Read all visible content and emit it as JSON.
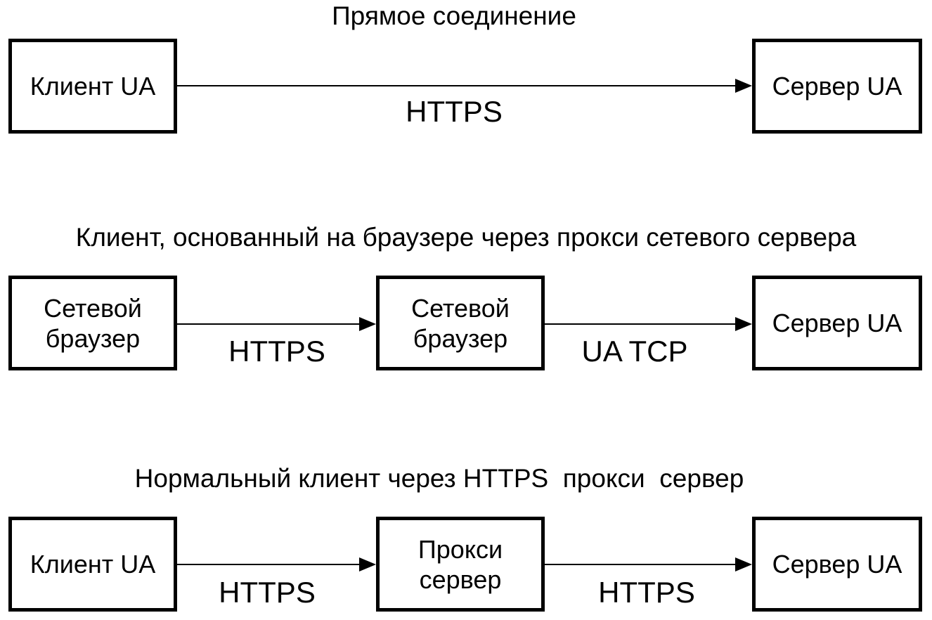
{
  "diagram": {
    "background_color": "#ffffff",
    "line_color": "#000000",
    "sections": [
      {
        "title": "Прямое соединение",
        "boxes": [
          {
            "label": "Клиент UA"
          },
          {
            "label": "Сервер UA"
          }
        ],
        "connections": [
          {
            "label": "HTTPS",
            "from": "Клиент UA",
            "to": "Сервер UA"
          }
        ]
      },
      {
        "title": "Клиент, основанный на браузере через прокси сетевого сервера",
        "boxes": [
          {
            "label": "Сетевой браузер"
          },
          {
            "label": "Сетевой браузер"
          },
          {
            "label": "Сервер UA"
          }
        ],
        "connections": [
          {
            "label": "HTTPS",
            "from": "Сетевой браузер",
            "to": "Сетевой браузер"
          },
          {
            "label": "UA TCP",
            "from": "Сетевой браузер",
            "to": "Сервер UA"
          }
        ]
      },
      {
        "title": "Нормальный клиент через HTTPS  прокси  сервер",
        "boxes": [
          {
            "label": "Клиент UA"
          },
          {
            "label": "Прокси сервер"
          },
          {
            "label": "Сервер UA"
          }
        ],
        "connections": [
          {
            "label": "HTTPS",
            "from": "Клиент UA",
            "to": "Прокси сервер"
          },
          {
            "label": "HTTPS",
            "from": "Прокси сервер",
            "to": "Сервер UA"
          }
        ]
      }
    ]
  }
}
